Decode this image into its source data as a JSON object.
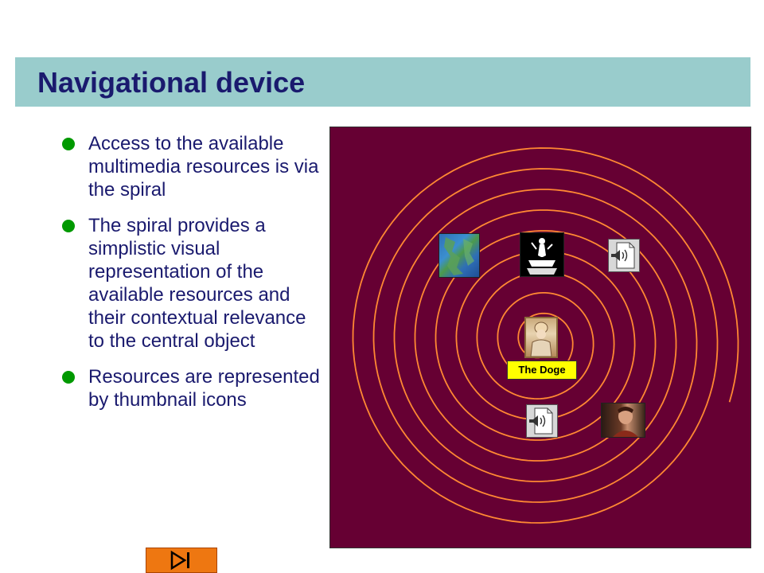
{
  "slide": {
    "title": "Navigational device",
    "bullets": [
      "Access to the available multimedia resources is via the spiral",
      "The spiral provides a simplistic visual representation of the available resources and their contextual relevance to the central object",
      "Resources are represented by thumbnail icons"
    ]
  },
  "spiral": {
    "central_label": "The Doge",
    "colors": {
      "background": "#660033",
      "line": "#ff8833",
      "label_bg": "#ffff00"
    },
    "icons": [
      "map-thumbnail-icon",
      "statue-thumbnail-icon",
      "audio-file-icon",
      "doge-portrait-icon",
      "audio-file-icon",
      "portrait-thumbnail-icon"
    ]
  },
  "navigation": {
    "button_icon": "end-icon",
    "color": "#ee7711"
  }
}
